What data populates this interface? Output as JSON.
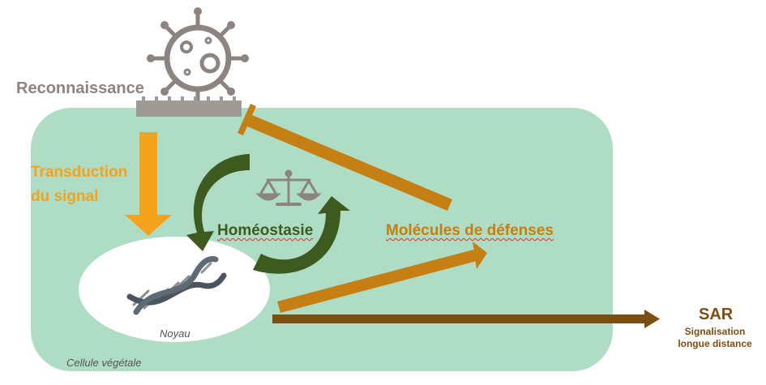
{
  "labels": {
    "recognition": "Reconnaissance",
    "transduction_line1": "Transduction",
    "transduction_line2": "du signal",
    "homeostasis": "Homéostasie",
    "defense_molecules": "Molécules de défenses",
    "nucleus": "Noyau",
    "plant_cell": "Cellule végétale",
    "sar": "SAR",
    "sar_line1": "Signalisation",
    "sar_line2": "longue distance"
  },
  "icons": {
    "pathogen": "pathogen-virus-icon",
    "receptor": "membrane-receptor-icon",
    "balance": "balance-scale-icon",
    "dna": "dna-helix-icon"
  },
  "colors": {
    "cell": "#aedcc4",
    "recognition": "#8c8480",
    "transduction": "#f5a21c",
    "homeostasis": "#3d5a1f",
    "defense": "#c57f12",
    "sar": "#7b4e12",
    "nucleus": "#ffffff"
  }
}
